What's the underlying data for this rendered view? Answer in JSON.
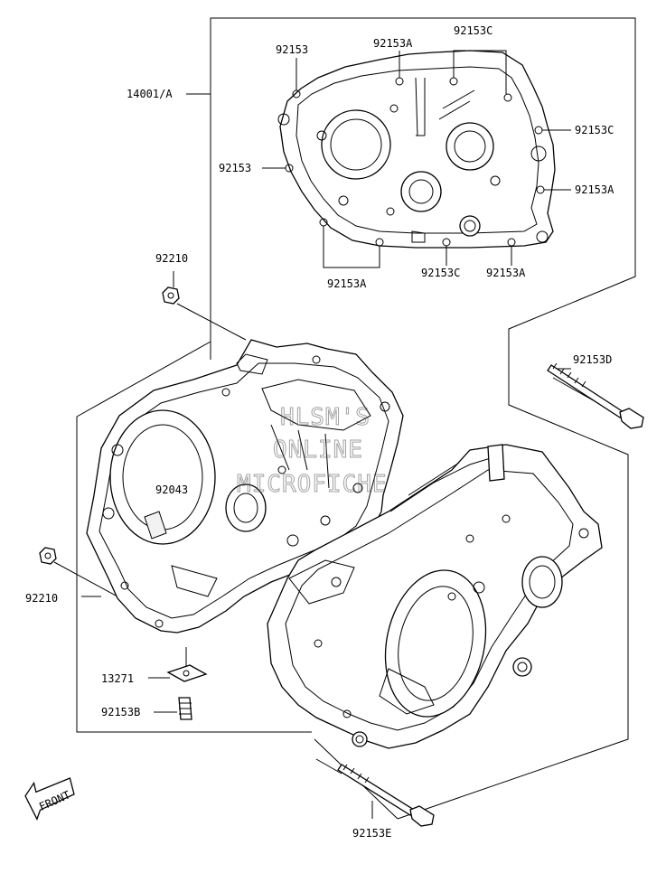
{
  "watermark": {
    "line1": "HLSM'S",
    "line2": "ONLINE",
    "line3": "MICROFICHE"
  },
  "front_arrow": {
    "label": "FRONT"
  },
  "callouts": {
    "c14001A": "14001/A",
    "c92153_top": "92153",
    "c92153A_top": "92153A",
    "c92153C_top": "92153C",
    "c92153C_right": "92153C",
    "c92153_left": "92153",
    "c92153A_right": "92153A",
    "c92153A_bottom": "92153A",
    "c92153C_bottom": "92153C",
    "c92153A_bottom2": "92153A",
    "c92210_top": "92210",
    "c92153D": "92153D",
    "c92043": "92043",
    "c92210_left": "92210",
    "c13271": "13271",
    "c92153B": "92153B",
    "c92153E": "92153E"
  }
}
